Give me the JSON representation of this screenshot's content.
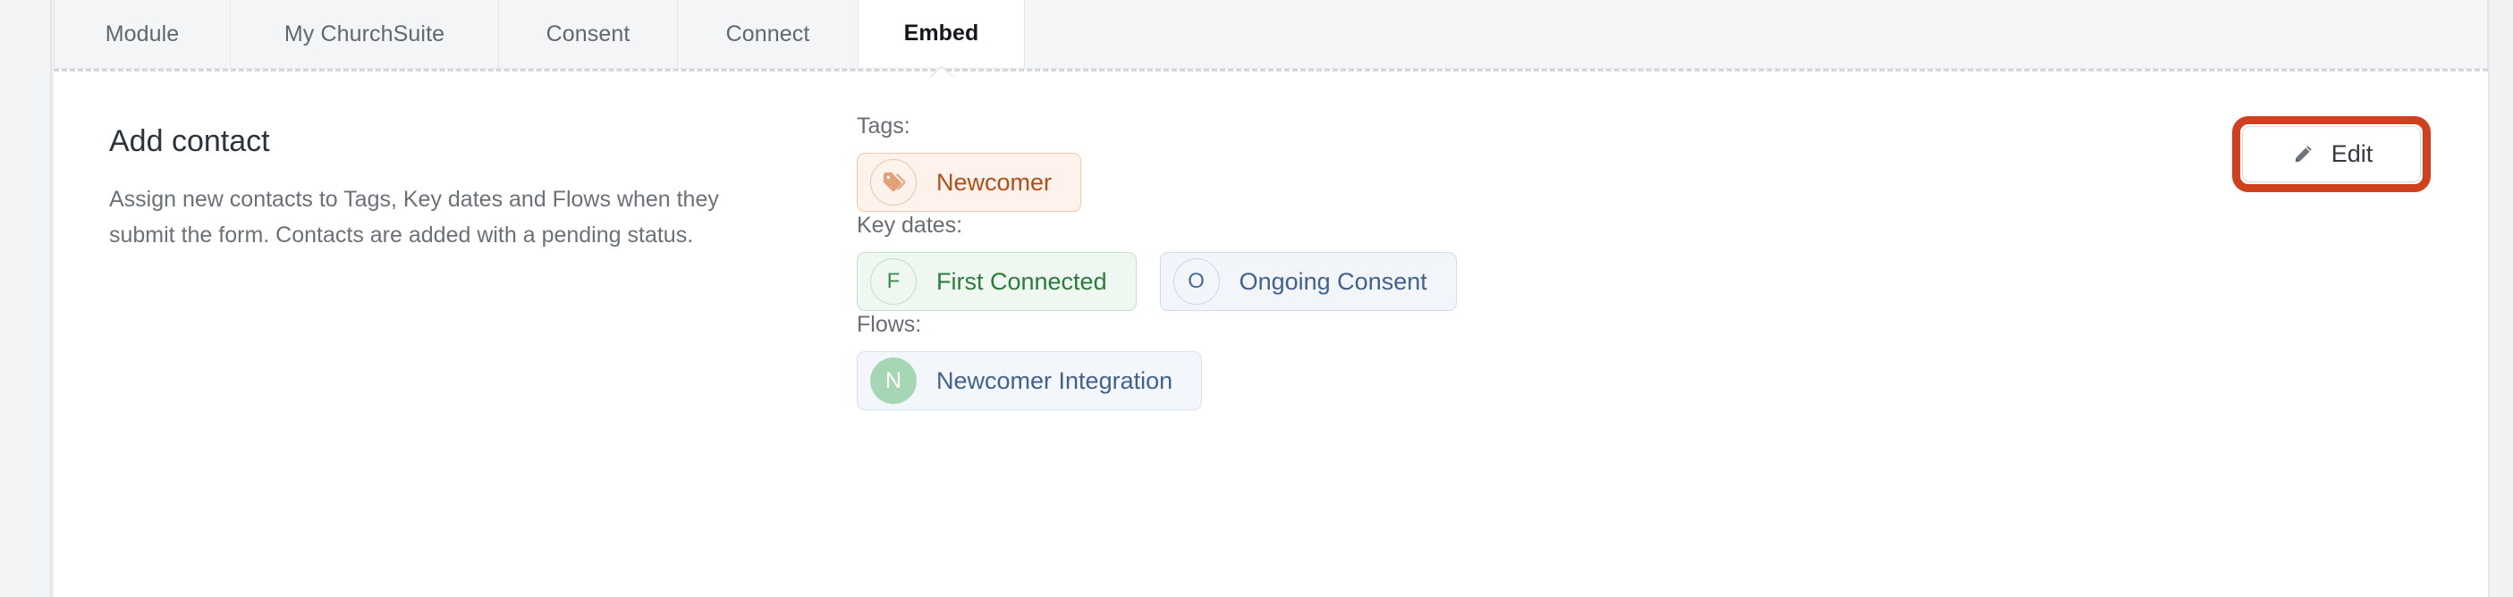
{
  "tabs": [
    {
      "label": "Module",
      "active": false
    },
    {
      "label": "My ChurchSuite",
      "active": false
    },
    {
      "label": "Consent",
      "active": false
    },
    {
      "label": "Connect",
      "active": false
    },
    {
      "label": "Embed",
      "active": true
    }
  ],
  "section": {
    "title": "Add contact",
    "description": "Assign new contacts to Tags, Key dates and Flows when they submit the form. Contacts are added with a pending status."
  },
  "fields": {
    "tags": {
      "label": "Tags:",
      "chips": [
        {
          "icon": "tag-icon",
          "glyph": "",
          "text": "Newcomer",
          "color": "#b44e16"
        }
      ]
    },
    "key_dates": {
      "label": "Key dates:",
      "chips": [
        {
          "icon": "initial-avatar",
          "glyph": "F",
          "text": "First Connected",
          "color": "#2c7a3d"
        },
        {
          "icon": "initial-avatar",
          "glyph": "O",
          "text": "Ongoing Consent",
          "color": "#41628f"
        }
      ]
    },
    "flows": {
      "label": "Flows:",
      "chips": [
        {
          "icon": "initial-avatar",
          "glyph": "N",
          "text": "Newcomer Integration",
          "color": "#41628f"
        }
      ]
    }
  },
  "actions": {
    "edit_label": "Edit",
    "edit_icon": "pencil-icon"
  },
  "highlight": {
    "color": "#d1401c"
  }
}
